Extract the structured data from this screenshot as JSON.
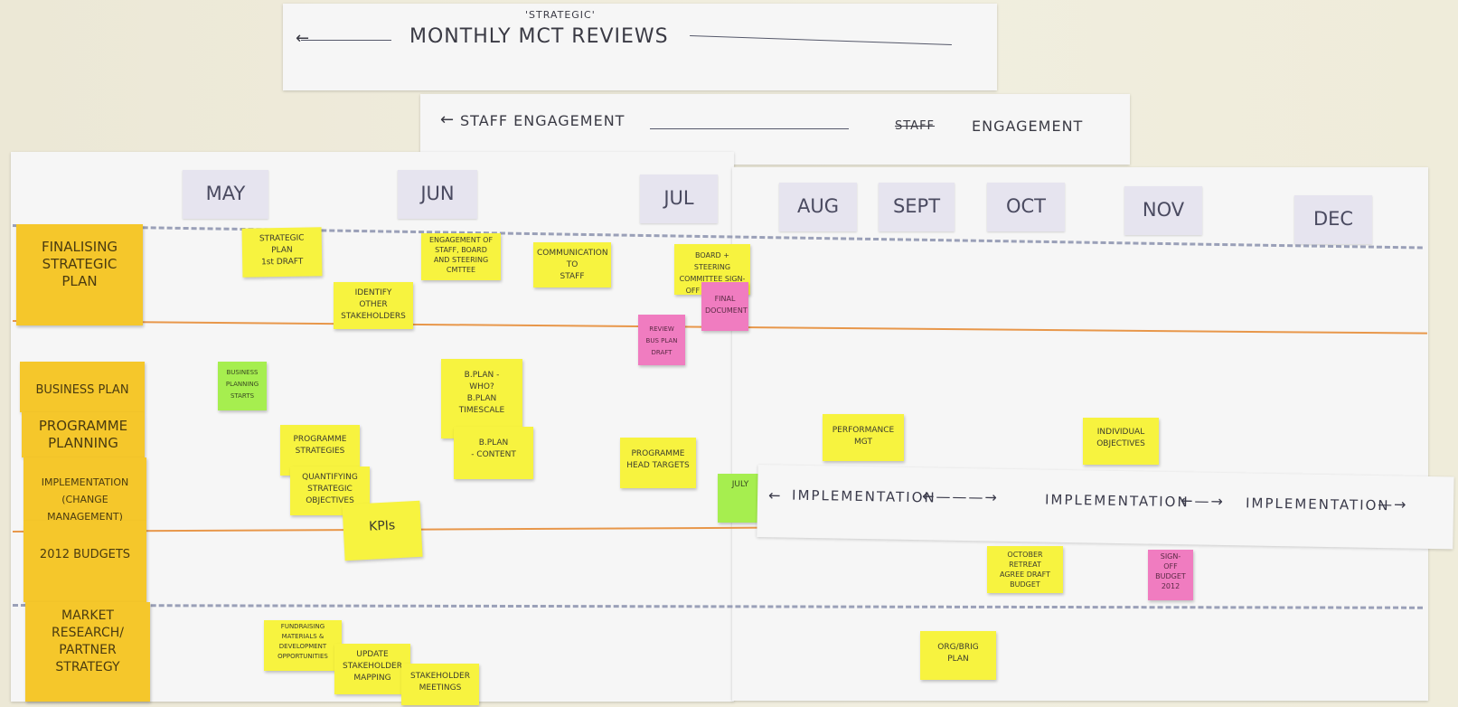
{
  "banners": {
    "monthly_above": "'STRATEGIC'",
    "monthly": "MONTHLY MCT REVIEWS",
    "staff_left": "STAFF ENGAGEMENT",
    "staff_right_struck": "STAFF",
    "staff_right": "ENGAGEMENT"
  },
  "months": [
    "MAY",
    "JUN",
    "JUL",
    "AUG",
    "SEPT",
    "OCT",
    "NOV",
    "DEC"
  ],
  "categories": {
    "financing": "FINALISING\nSTRATEGIC\nPLAN",
    "business": "BUSINESS PLAN",
    "programme": "PROGRAMME\nPLANNING",
    "implementation": "IMPLEMENTATION\n(CHANGE MANAGEMENT)",
    "budgets": "2012 BUDGETS",
    "market": "MARKET\nRESEARCH/\nPARTNER\nSTRATEGY"
  },
  "notes": {
    "strategic_plan": "STRATEGIC\nPLAN\n1st DRAFT",
    "identify": "IDENTIFY\nOTHER\nSTAKEHOLDERS",
    "engagement_staff": "ENGAGEMENT OF\nSTAFF, BOARD\nAND STEERING\nCMTTEE",
    "communication": "COMMUNICATION\nTO\nSTAFF",
    "board_steering": "BOARD + STEERING\nCOMMITTEE SIGN-\nOFF STRATEGY",
    "final_document": "FINAL\nDOCUMENT",
    "review_bus": "REVIEW\nBUS PLAN\nDRAFT",
    "business_planning": "BUSINESS\nPLANNING\nSTARTS",
    "bplan_who": "B.PLAN -\nWHO?\nB.PLAN\nTIMESCALE",
    "bplan_content": "B.PLAN\n- CONTENT",
    "programme_strategies": "PROGRAMME\nSTRATEGIES",
    "quantifying": "QUANTIFYING\nSTRATEGIC\nOBJECTIVES",
    "kpis": "KPIs",
    "programme_head": "PROGRAMME\nHEAD TARGETS",
    "july": "JULY",
    "performance_mgt": "PERFORMANCE\nMGT",
    "individual_objectives": "INDIVIDUAL\nOBJECTIVES",
    "october_retreat": "OCTOBER\nRETREAT\nAGREE DRAFT\nBUDGET",
    "signoff_budget": "SIGN-\nOFF\nBUDGET\n2012",
    "fundraising": "FUNDRAISING\nMATERIALS &\nDEVELOPMENT\nOPPORTUNITIES",
    "update_stakeholder": "UPDATE\nSTAKEHOLDER\nMAPPING",
    "stakeholder_meetings": "STAKEHOLDER\nMEETINGS",
    "orgvbrig_plan": "ORG/BRIG\nPLAN"
  },
  "implementation_banner": [
    "IMPLEMENTATION",
    "IMPLEMENTATION",
    "IMPLEMENTATION"
  ],
  "colors": {
    "sticky_yellow": "#f7f33f",
    "sticky_pink": "#f07cc0",
    "sticky_green": "#a6ee4f",
    "category_orange": "#f5c72b",
    "orange_line": "#e8974a",
    "dashed_line": "#9aa0b8"
  }
}
